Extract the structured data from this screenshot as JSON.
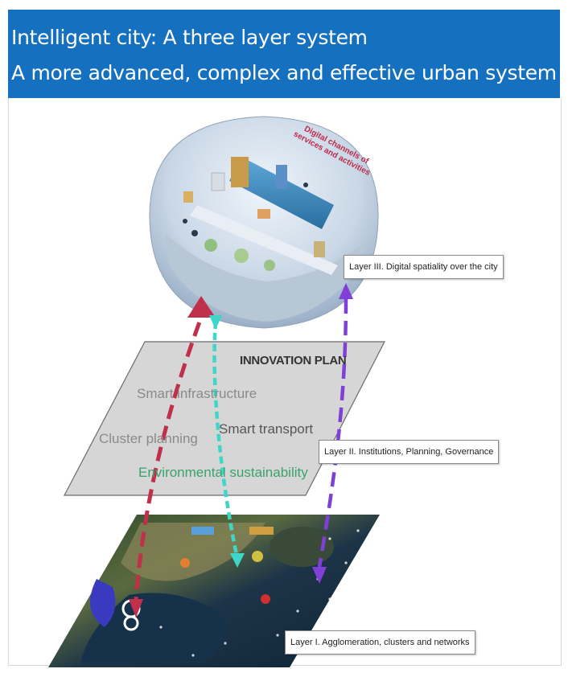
{
  "header": {
    "title": "Intelligent city: A three layer system",
    "subtitle": "A more advanced, complex and effective urban system"
  },
  "layers": {
    "layer3": "Layer III. Digital spatiality over the city",
    "layer2": "Layer II. Institutions, Planning, Governance",
    "layer1": "Layer I. Agglomeration, clusters and networks"
  },
  "plan": {
    "title": "INNOVATION PLAN",
    "items": {
      "smart_infrastructure": "Smart infrastructure",
      "cluster_planning": "Cluster planning",
      "smart_transport": "Smart transport",
      "environmental_sustainability": "Environmental sustainability"
    }
  },
  "dome": {
    "label": "Digital channels of services and activities"
  },
  "colors": {
    "header": "#1570c0",
    "arrow_red": "#c0304a",
    "arrow_cyan": "#3ed6c8",
    "arrow_purple": "#8040d8",
    "plan_green": "#3aa36a"
  }
}
